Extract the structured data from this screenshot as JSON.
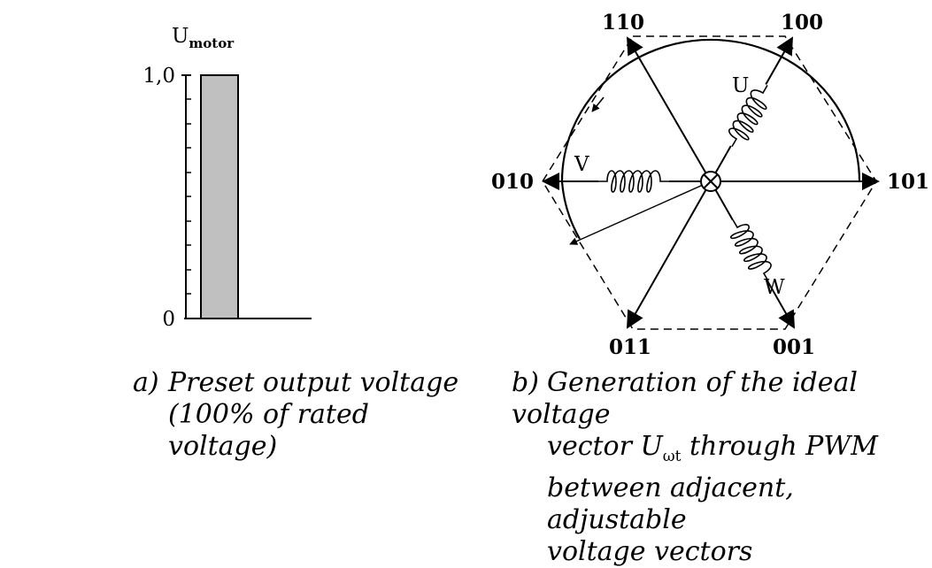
{
  "panel_a": {
    "y_label_main": "U",
    "y_label_sub": "motor",
    "tick_top": "1,0",
    "tick_bottom": "0",
    "bar_value": 1.0,
    "bar_color": "#c0c0c0",
    "caption_index": "a)",
    "caption_line1": "Preset output voltage",
    "caption_line2": "(100% of rated voltage)"
  },
  "panel_b": {
    "vertex_labels": {
      "top_left": "110",
      "top_right": "100",
      "left": "010",
      "right": "101",
      "bottom_left": "011",
      "bottom_right": "001"
    },
    "phase_labels": {
      "u": "U",
      "v": "V",
      "w": "W"
    },
    "caption_index": "b)",
    "caption_line1": "Generation of the ideal voltage",
    "caption_line2_prefix": "vector U",
    "caption_line2_sub": "ωt",
    "caption_line2_suffix": " through PWM",
    "caption_line3": "between adjacent, adjustable",
    "caption_line4": "voltage vectors"
  }
}
